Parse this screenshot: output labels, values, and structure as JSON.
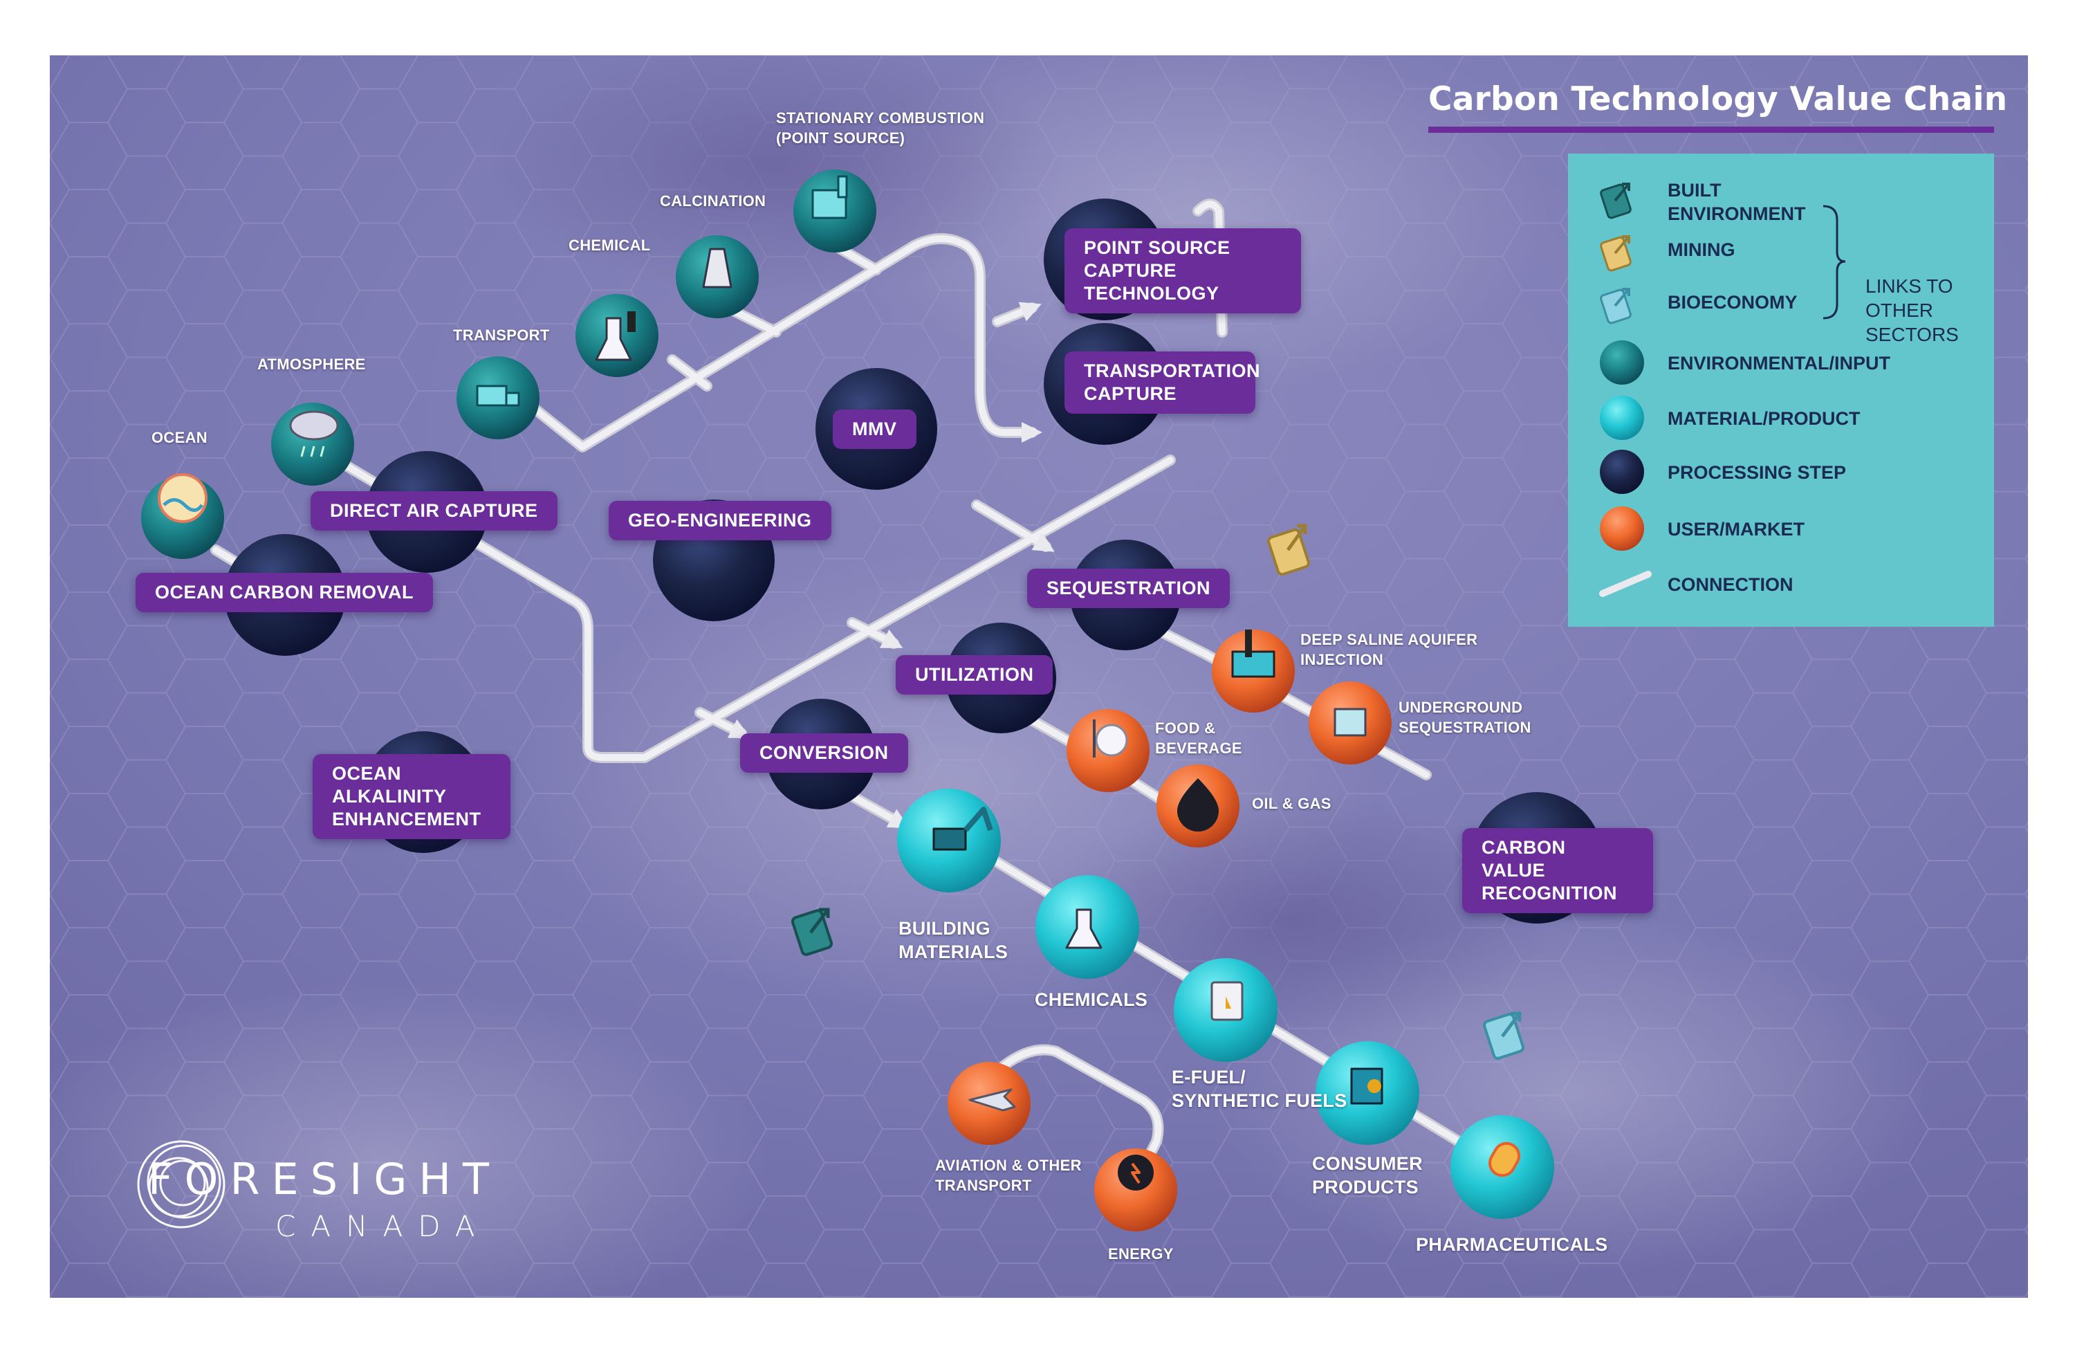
{
  "title": "Carbon Technology Value Chain",
  "colors": {
    "background": "#7d7cb4",
    "processing": "#1c2548",
    "environmental": "#1a7f86",
    "material": "#22c6d4",
    "user_market": "#ef6a2d",
    "label_purple": "#6a2d9a",
    "legend_bg": "#63c6cc",
    "connection": "#e9e9ee"
  },
  "legend": {
    "built_environment": "BUILT ENVIRONMENT",
    "mining": "MINING",
    "bioeconomy": "BIOECONOMY",
    "links_text": "LINKS TO OTHER SECTORS",
    "environmental_input": "ENVIRONMENTAL/INPUT",
    "material_product": "MATERIAL/PRODUCT",
    "processing_step": "PROCESSING STEP",
    "user_market": "USER/MARKET",
    "connection": "CONNECTION"
  },
  "processing_steps": {
    "point_source": "POINT SOURCE CAPTURE TECHNOLOGY",
    "transportation": "TRANSPORTATION CAPTURE",
    "mmv": "MMV",
    "direct_air": "DIRECT AIR CAPTURE",
    "geo": "GEO-ENGINEERING",
    "ocean_removal": "OCEAN CARBON REMOVAL",
    "sequestration": "SEQUESTRATION",
    "utilization": "UTILIZATION",
    "conversion": "CONVERSION",
    "ocean_alkalinity": "OCEAN ALKALINITY ENHANCEMENT",
    "carbon_value": "CARBON VALUE RECOGNITION"
  },
  "inputs": {
    "stationary": "STATIONARY COMBUSTION (POINT SOURCE)",
    "calcination": "CALCINATION",
    "chemical": "CHEMICAL",
    "transport": "TRANSPORT",
    "atmosphere": "ATMOSPHERE",
    "ocean": "OCEAN"
  },
  "markets": {
    "deep_saline": "DEEP SALINE AQUIFER INJECTION",
    "underground": "UNDERGROUND SEQUESTRATION",
    "food": "FOOD & BEVERAGE",
    "oil_gas": "OIL & GAS",
    "aviation": "AVIATION & OTHER TRANSPORT",
    "energy": "ENERGY"
  },
  "products": {
    "building": "BUILDING MATERIALS",
    "chemicals": "CHEMICALS",
    "efuel": "E-FUEL/ SYNTHETIC FUELS",
    "consumer": "CONSUMER PRODUCTS",
    "pharma": "PHARMACEUTICALS"
  },
  "logo": {
    "word1": "FORESIGHT",
    "word2": "CANADA"
  }
}
